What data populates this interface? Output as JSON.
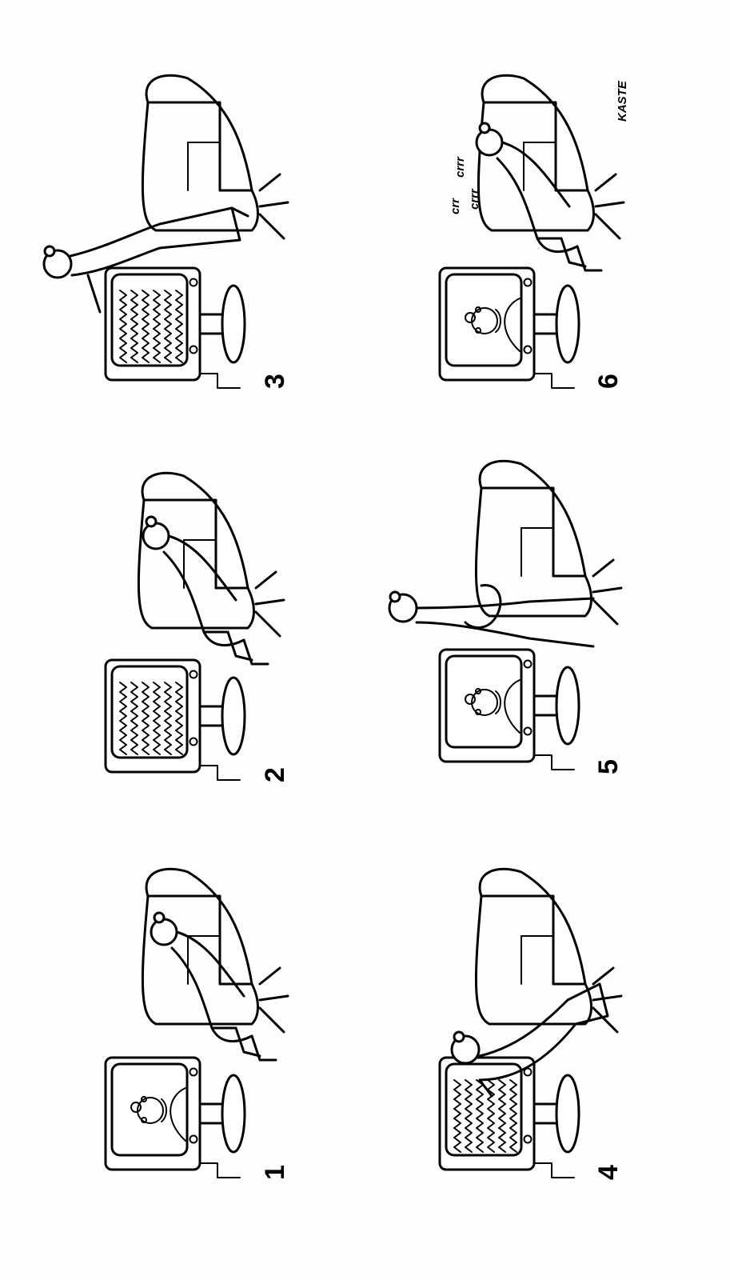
{
  "comic": {
    "panels": [
      {
        "number": "1",
        "tv_screen": "face",
        "scene": "viewer-seated-watching"
      },
      {
        "number": "2",
        "tv_screen": "static",
        "scene": "viewer-seated-watching"
      },
      {
        "number": "3",
        "tv_screen": "static",
        "scene": "viewer-adjusting-tv"
      },
      {
        "number": "4",
        "tv_screen": "static",
        "scene": "viewer-kneeling-at-tv"
      },
      {
        "number": "5",
        "tv_screen": "face",
        "scene": "viewer-standing-arms-crossed"
      },
      {
        "number": "6",
        "tv_screen": "face",
        "scene": "viewer-asleep"
      }
    ],
    "snore_lines": [
      "crr",
      "crrr",
      "crrr"
    ],
    "signature": "KASTE"
  }
}
